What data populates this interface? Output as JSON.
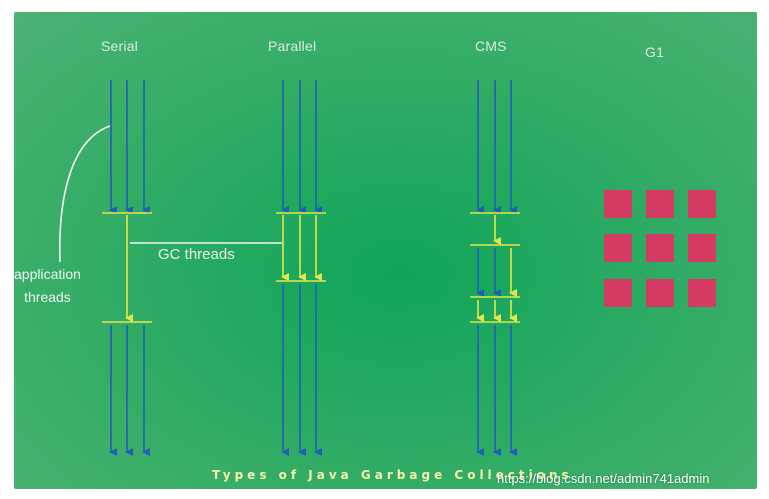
{
  "collectors": {
    "serial": "Serial",
    "parallel": "Parallel",
    "cms": "CMS",
    "g1": "G1"
  },
  "labels": {
    "application_threads_line1": "application",
    "application_threads_line2": "threads",
    "gc_threads": "GC threads"
  },
  "caption": "Types of Java Garbage Collections",
  "watermark": "https://blog.csdn.net/admin741admin",
  "colors": {
    "background": "#22a85f",
    "application_thread": "#1f5fb8",
    "gc_thread": "#e6e64a",
    "g1_region": "#d43b62",
    "text": "#d9ecdf"
  },
  "g1": {
    "rows": 3,
    "cols": 3
  }
}
